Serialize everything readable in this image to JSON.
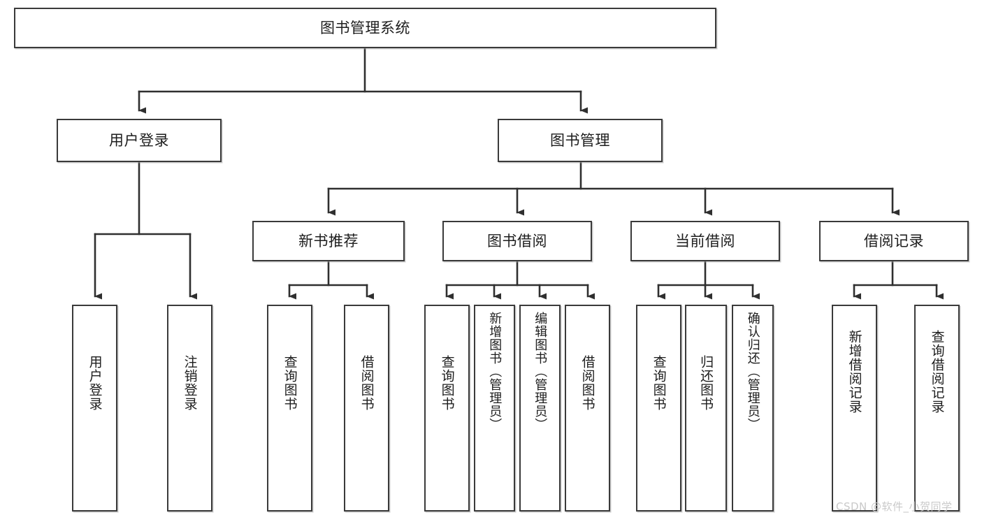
{
  "diagram": {
    "type": "tree",
    "title": "图书管理系统",
    "orientation": "top-down",
    "colors": {
      "box_border": "#3a3a3a",
      "box_fill": "#ffffff",
      "connector": "#2f2f2f",
      "text": "#1d1d1d",
      "watermark": "#c9c9c9"
    },
    "nodes": {
      "root": {
        "label": "图书管理系统"
      },
      "level2": [
        {
          "label": "用户登录"
        },
        {
          "label": "图书管理"
        }
      ],
      "level3": [
        {
          "label": "新书推荐"
        },
        {
          "label": "图书借阅"
        },
        {
          "label": "当前借阅"
        },
        {
          "label": "借阅记录"
        }
      ],
      "leaves": {
        "user_login": [
          {
            "label": "用户登录"
          },
          {
            "label": "注销登录"
          }
        ],
        "new_book": [
          {
            "label": "查询图书"
          },
          {
            "label": "借阅图书"
          }
        ],
        "book_borrow": [
          {
            "label": "查询图书"
          },
          {
            "label": "新增图书（管理员）"
          },
          {
            "label": "编辑图书（管理员）"
          },
          {
            "label": "借阅图书"
          }
        ],
        "current_borrow": [
          {
            "label": "查询图书"
          },
          {
            "label": "归还图书"
          },
          {
            "label": "确认归还（管理员）"
          }
        ],
        "borrow_record": [
          {
            "label": "新增借阅记录"
          },
          {
            "label": "查询借阅记录"
          }
        ]
      }
    },
    "watermark": "CSDN @软件_小贺同学"
  }
}
